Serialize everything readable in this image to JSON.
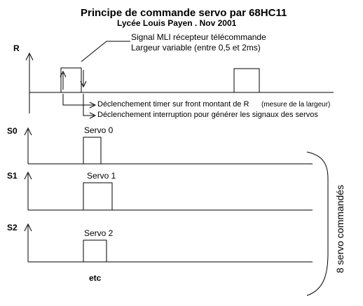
{
  "title": "Principe de commande servo par 68HC11",
  "subtitle": "Lycée Louis Payen . Nov 2001",
  "notes": {
    "signal_mli": "Signal MLI récepteur télécommande",
    "largeur_variable": "Largeur variable (entre 0,5 et 2ms)",
    "declenchement_timer": "Déclenchement timer sur front montant de R",
    "mesure_largeur": "(mesure de la largeur)",
    "declenchement_interruption": "Déclenchement interruption pour générer les signaux des servos"
  },
  "channels": {
    "r": "R",
    "s0": "S0",
    "s1": "S1",
    "s2": "S2"
  },
  "pulses": {
    "servo0": "Servo 0",
    "servo1": "Servo 1",
    "servo2": "Servo 2"
  },
  "etc": "etc",
  "side_label": "8 servo commandés"
}
